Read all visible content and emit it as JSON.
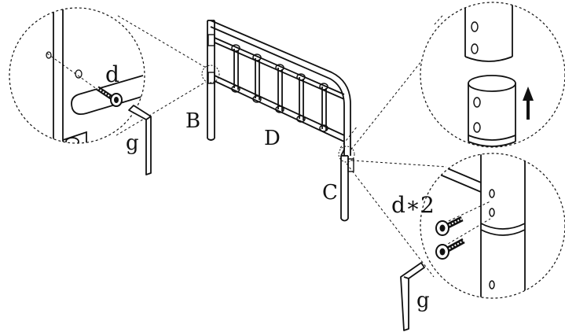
{
  "labels": {
    "part_b": "B",
    "part_c": "C",
    "part_d": "D",
    "bolt_left": "d",
    "bolt_right": "d∗2",
    "wrench_left": "g",
    "wrench_right": "g"
  },
  "icons": {
    "direction_arrow": "arrow-up-icon",
    "wrench": "allen-key-icon",
    "bolt": "bolt-icon"
  }
}
